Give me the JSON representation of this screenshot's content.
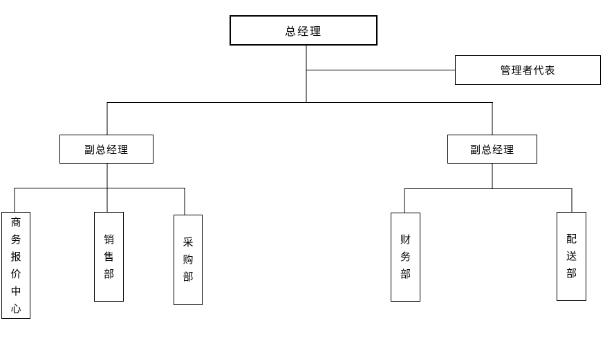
{
  "diagram_type": "organization-chart",
  "nodes": {
    "gm": {
      "label": "总经理"
    },
    "rep": {
      "label": "管理者代表"
    },
    "vgm_left": {
      "label": "副总经理"
    },
    "vgm_right": {
      "label": "副总经理"
    },
    "biz_center": {
      "label": "商务报价中心"
    },
    "sales": {
      "label": "销售部"
    },
    "purchasing": {
      "label": "采购部"
    },
    "finance": {
      "label": "财务部"
    },
    "delivery": {
      "label": "配送部"
    }
  },
  "structure": {
    "root": "gm",
    "staff_of_root": "rep",
    "children_of_root": [
      "vgm_left",
      "vgm_right"
    ],
    "children_of_vgm_left": [
      "biz_center",
      "sales",
      "purchasing"
    ],
    "children_of_vgm_right": [
      "finance",
      "delivery"
    ]
  },
  "colors": {
    "background": "#ffffff",
    "box_border": "#000000",
    "text": "#000000",
    "connector_horizontal": "#000000",
    "connector_vertical": "#808080"
  }
}
